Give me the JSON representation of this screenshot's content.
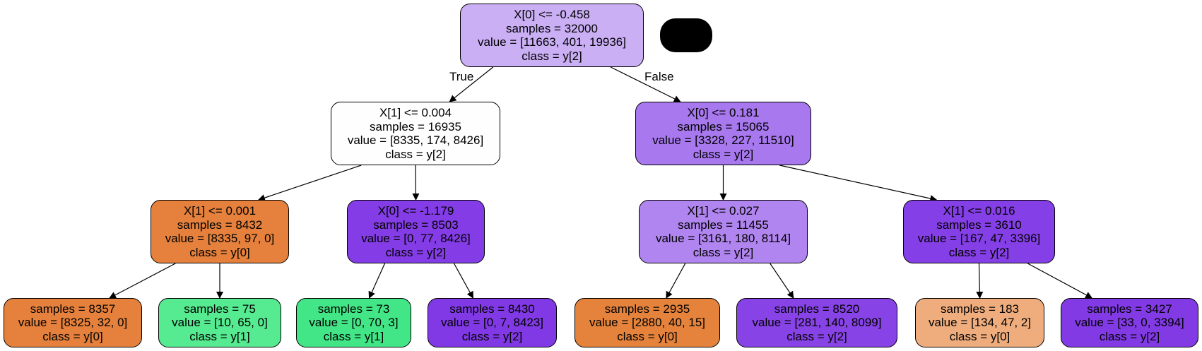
{
  "nodes": [
    {
      "id": "n0",
      "color": "#caaff5",
      "lines": [
        "X[0] <= -0.458",
        "samples = 32000",
        "value = [11663, 401, 19936]",
        "class = y[2]"
      ]
    },
    {
      "id": "n1",
      "color": "#fffeff",
      "lines": [
        "X[1] <= 0.004",
        "samples = 16935",
        "value = [8335, 174, 8426]",
        "class = y[2]"
      ]
    },
    {
      "id": "n2",
      "color": "#e5813c",
      "lines": [
        "X[1] <= 0.001",
        "samples = 8432",
        "value = [8335, 97, 0]",
        "class = y[0]"
      ]
    },
    {
      "id": "n3",
      "color": "#e5813c",
      "lines": [
        "samples = 8357",
        "value = [8325, 32, 0]",
        "class = y[0]"
      ]
    },
    {
      "id": "n4",
      "color": "#56ea91",
      "lines": [
        "samples = 75",
        "value = [10, 65, 0]",
        "class = y[1]"
      ]
    },
    {
      "id": "n5",
      "color": "#843de6",
      "lines": [
        "X[0] <= -1.179",
        "samples = 8503",
        "value = [0, 77, 8426]",
        "class = y[2]"
      ]
    },
    {
      "id": "n6",
      "color": "#43e687",
      "lines": [
        "samples = 73",
        "value = [0, 70, 3]",
        "class = y[1]"
      ]
    },
    {
      "id": "n7",
      "color": "#8139e5",
      "lines": [
        "samples = 8430",
        "value = [0, 7, 8423]",
        "class = y[2]"
      ]
    },
    {
      "id": "n8",
      "color": "#a878ee",
      "lines": [
        "X[0] <= 0.181",
        "samples = 15065",
        "value = [3328, 227, 11510]",
        "class = y[2]"
      ]
    },
    {
      "id": "n9",
      "color": "#b185ef",
      "lines": [
        "X[1] <= 0.027",
        "samples = 11455",
        "value = [3161, 180, 8114]",
        "class = y[2]"
      ]
    },
    {
      "id": "n10",
      "color": "#e5833c",
      "lines": [
        "samples = 2935",
        "value = [2880, 40, 15]",
        "class = y[0]"
      ]
    },
    {
      "id": "n11",
      "color": "#8743e6",
      "lines": [
        "samples = 8520",
        "value = [281, 140, 8099]",
        "class = y[2]"
      ]
    },
    {
      "id": "n12",
      "color": "#853fe6",
      "lines": [
        "X[1] <= 0.016",
        "samples = 3610",
        "value = [167, 47, 3396]",
        "class = y[2]"
      ]
    },
    {
      "id": "n13",
      "color": "#efad7e",
      "lines": [
        "samples = 183",
        "value = [134, 47, 2]",
        "class = y[0]"
      ]
    },
    {
      "id": "n14",
      "color": "#823ae5",
      "lines": [
        "samples = 3427",
        "value = [33, 0, 3394]",
        "class = y[2]"
      ]
    }
  ],
  "edges": [
    {
      "from": "n0",
      "to": "n1",
      "label": "True"
    },
    {
      "from": "n0",
      "to": "n8",
      "label": "False"
    },
    {
      "from": "n1",
      "to": "n2",
      "label": ""
    },
    {
      "from": "n1",
      "to": "n5",
      "label": ""
    },
    {
      "from": "n2",
      "to": "n3",
      "label": ""
    },
    {
      "from": "n2",
      "to": "n4",
      "label": ""
    },
    {
      "from": "n5",
      "to": "n6",
      "label": ""
    },
    {
      "from": "n5",
      "to": "n7",
      "label": ""
    },
    {
      "from": "n8",
      "to": "n9",
      "label": ""
    },
    {
      "from": "n8",
      "to": "n12",
      "label": ""
    },
    {
      "from": "n9",
      "to": "n10",
      "label": ""
    },
    {
      "from": "n9",
      "to": "n11",
      "label": ""
    },
    {
      "from": "n12",
      "to": "n13",
      "label": ""
    },
    {
      "from": "n12",
      "to": "n14",
      "label": ""
    }
  ],
  "legend_blob_color": "#000000"
}
